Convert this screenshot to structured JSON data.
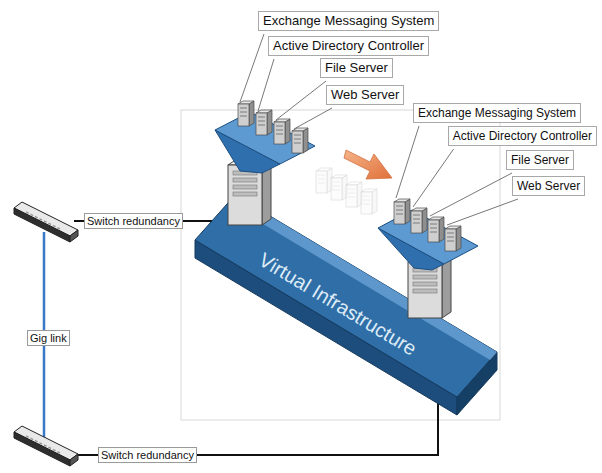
{
  "diagram": {
    "nodes": [
      {
        "text": [
          "Exchange Messaging System"
        ]
      },
      {
        "text": [
          "Active Directory Controller"
        ]
      },
      {
        "text": [
          "File Server"
        ]
      },
      {
        "text": [
          "Web Server"
        ]
      },
      {
        "text": [
          "Exchange Messaging System"
        ]
      },
      {
        "text": [
          "Active Directory Controller"
        ]
      },
      {
        "text": [
          "File Server"
        ]
      },
      {
        "text": [
          "Web Server"
        ]
      },
      {
        "text": [
          "Virtual Infrastructure"
        ]
      }
    ],
    "labels": [
      "Switch redundancy",
      "Gig link",
      "Switch redundancy"
    ]
  }
}
